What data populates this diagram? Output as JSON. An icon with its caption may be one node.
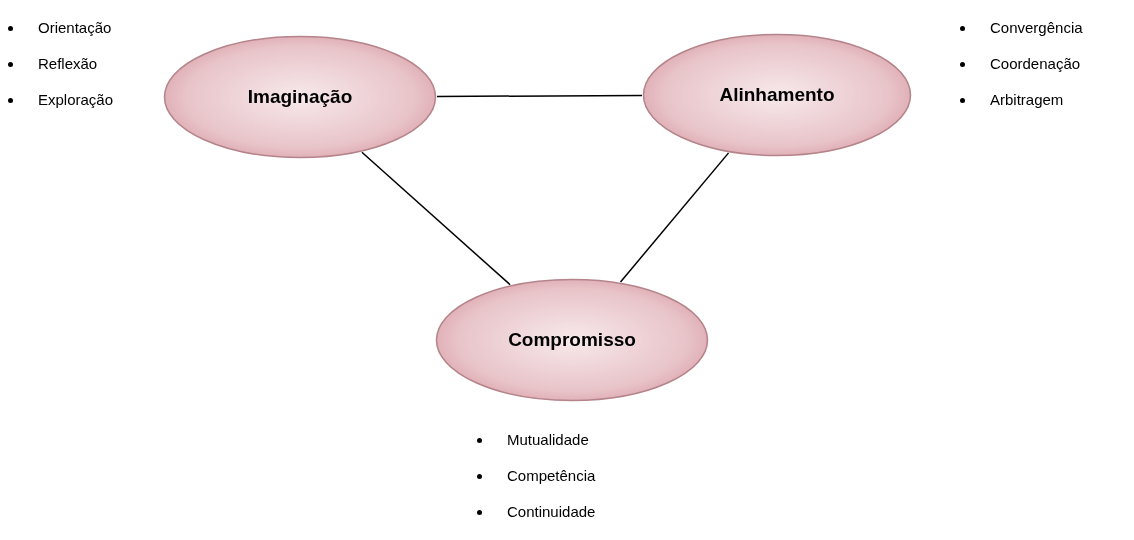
{
  "diagram": {
    "nodes": [
      {
        "text": [
          "Imaginação"
        ],
        "beside": [
          "Orientação",
          "Reflexão",
          "Exploração"
        ]
      },
      {
        "text": [
          "Alinhamento"
        ],
        "beside": [
          "Convergência",
          "Coordenação",
          "Arbitragem"
        ]
      },
      {
        "text": [
          "Compromisso"
        ],
        "beside": [
          "Mutualidade",
          "Competência",
          "Continuidade"
        ]
      }
    ],
    "edges": [
      {
        "from": 0,
        "to": 1,
        "arrow": "none"
      },
      {
        "from": 0,
        "to": 2,
        "arrow": "none"
      },
      {
        "from": 1,
        "to": 2,
        "arrow": "none"
      }
    ]
  }
}
